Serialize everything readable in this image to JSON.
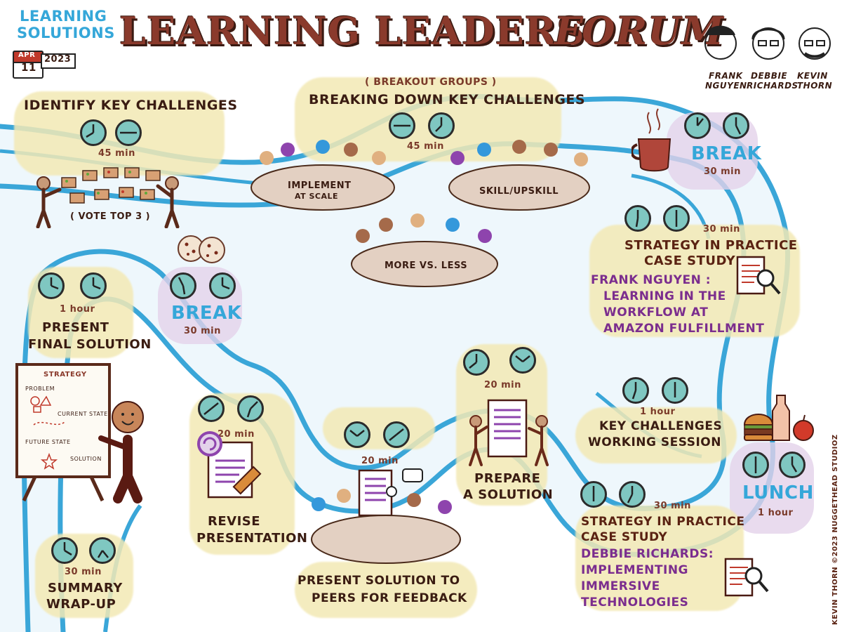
{
  "header": {
    "logo_line1": "LEARNING",
    "logo_line2": "SOLUTIONS",
    "date_month": "APR",
    "date_day": "11",
    "date_year": "2023",
    "title_part1": "LEARNING LEADERS",
    "title_part2": "FORUM",
    "speakers": [
      {
        "first": "FRANK",
        "last": "NGUYEN"
      },
      {
        "first": "DEBBIE",
        "last": "RICHARDS"
      },
      {
        "first": "KEVIN",
        "last": "THORN"
      }
    ]
  },
  "sessions": {
    "identify": {
      "title": "IDENTIFY KEY CHALLENGES",
      "duration": "45 min",
      "note": "( VOTE TOP 3 )"
    },
    "breakdown": {
      "subtitle": "( BREAKOUT GROUPS )",
      "title": "BREAKING DOWN KEY CHALLENGES",
      "duration": "45 min",
      "tables": [
        "IMPLEMENT",
        "AT SCALE",
        "SKILL/UPSKILL",
        "MORE vs. LESS"
      ]
    },
    "break1": {
      "label": "BREAK",
      "duration": "30 min"
    },
    "case1": {
      "duration": "30 min",
      "line1": "STRATEGY IN PRACTICE",
      "line2": "CASE STUDY",
      "p1": "FRANK NGUYEN :",
      "p2": "LEARNING IN THE",
      "p3": "WORKFLOW AT",
      "p4": "AMAZON FULFILLMENT"
    },
    "working": {
      "duration": "1 hour",
      "line1": "KEY CHALLENGES",
      "line2": "WORKING SESSION"
    },
    "lunch": {
      "label": "LUNCH",
      "duration": "1 hour"
    },
    "case2": {
      "duration": "30 min",
      "line1": "STRATEGY IN PRACTICE",
      "line2": "CASE STUDY",
      "p1": "DEBBIE RICHARDS:",
      "p2": "IMPLEMENTING",
      "p3": "IMMERSIVE",
      "p4": "TECHNOLOGIES"
    },
    "prepare": {
      "duration": "20 min",
      "line1": "PREPARE",
      "line2": "A SOLUTION"
    },
    "present_peers": {
      "duration": "20 min",
      "line1": "PRESENT SOLUTION TO",
      "line2": "PEERS FOR FEEDBACK"
    },
    "revise": {
      "duration": "20 min",
      "line1": "REVISE",
      "line2": "PRESENTATION"
    },
    "break2": {
      "label": "BREAK",
      "duration": "30 min"
    },
    "final": {
      "duration": "1 hour",
      "line1": "PRESENT",
      "line2": "FINAL SOLUTION"
    },
    "wrap": {
      "duration": "30 min",
      "line1": "SUMMARY",
      "line2": "WRAP-UP"
    }
  },
  "board": {
    "title": "STRATEGY",
    "items": [
      "PROBLEM",
      "CURRENT STATE",
      "FUTURE STATE",
      "SOLUTION"
    ]
  },
  "credit": "KEVIN THORN ©2023 NUGGETHEAD STUDIOZ",
  "colors": {
    "river": "#3aa6d8",
    "river_fill": "#e6f3fb",
    "highlight": "#f3e9b5",
    "title": "#8a3a2c",
    "purple": "#7b2d8e",
    "clock": "#7fc7c1"
  }
}
